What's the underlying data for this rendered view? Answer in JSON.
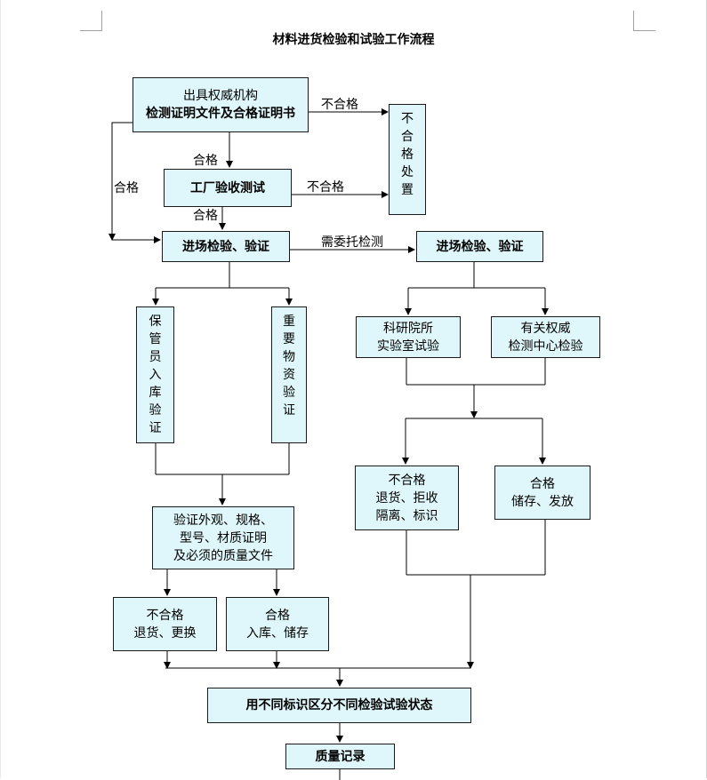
{
  "title": "材料进货检验和试验工作流程",
  "boxes": {
    "cert_line1": "出具权威机构",
    "cert_line2": "检测证明文件及合格证明书",
    "reject_handle": [
      "不",
      "合",
      "格",
      "处",
      "置"
    ],
    "factory_test": "工厂验收测试",
    "entry_check_left": "进场检验、验证",
    "entry_check_right": "进场检验、验证",
    "keeper_verify": [
      "保",
      "管",
      "员",
      "入",
      "库",
      "验",
      "证"
    ],
    "key_material": [
      "重",
      "要",
      "物",
      "资",
      "验",
      "证"
    ],
    "institute_lab": [
      "科研院所",
      "实验室试验"
    ],
    "authority_center": [
      "有关权威",
      "检测中心检验"
    ],
    "right_fail": [
      "不合格",
      "退货、拒收",
      "隔离、标识"
    ],
    "right_pass": [
      "合格",
      "储存、发放"
    ],
    "verify_docs": [
      "验证外观、规格、",
      "型号、材质证明",
      "及必须的质量文件"
    ],
    "left_fail": [
      "不合格",
      "退货、更换"
    ],
    "left_pass": [
      "合格",
      "入库、储存"
    ],
    "status_mark": "用不同标识区分不同检验试验状态",
    "quality_record": "质量记录"
  },
  "labels": {
    "fail_top": "不合格",
    "pass_top": "合格",
    "pass_side": "合格",
    "fail_mid": "不合格",
    "pass_mid": "合格",
    "commission": "需委托检测"
  }
}
